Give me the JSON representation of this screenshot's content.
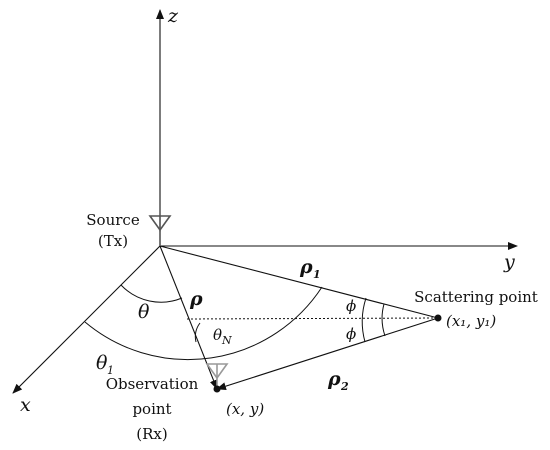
{
  "axes": {
    "z": "z",
    "y": "y",
    "x": "x"
  },
  "labels": {
    "source_line1": "Source",
    "source_line2": "(Tx)",
    "scattering": "Scattering point",
    "scattering_coord": "(x₁, y₁)",
    "observation_line1": "Observation",
    "observation_line2": "point",
    "observation_line3": "(Rx)",
    "observation_coord": "(x, y)",
    "rho": "ρ",
    "rho1": "ρ",
    "rho1_sub": "1",
    "rho2": "ρ",
    "rho2_sub": "2",
    "theta": "θ",
    "theta1": "θ",
    "theta1_sub": "1",
    "thetaN": "θ",
    "thetaN_sub": "N",
    "phi_top": "ϕ",
    "phi_bottom": "ϕ"
  },
  "colors": {
    "line": "#111111",
    "antenna_tx": "#555555",
    "antenna_rx": "#999999"
  }
}
